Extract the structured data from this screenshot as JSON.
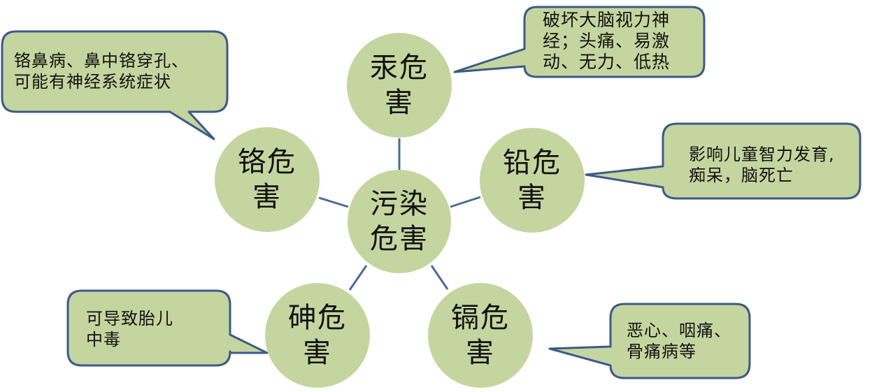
{
  "colors": {
    "circle_fill": "#c5d59f",
    "callout_fill": "#c5d59f",
    "stroke": "#3b5a8a",
    "connector": "#4a6a98",
    "text": "#111111"
  },
  "center": {
    "line1": "污染",
    "line2": "危害"
  },
  "nodes": [
    {
      "id": "mercury",
      "line1": "汞危",
      "line2": "害"
    },
    {
      "id": "lead",
      "line1": "铅危",
      "line2": "害"
    },
    {
      "id": "cadmium",
      "line1": "镉危",
      "line2": "害"
    },
    {
      "id": "arsenic",
      "line1": "砷危",
      "line2": "害"
    },
    {
      "id": "chromium",
      "line1": "铬危",
      "line2": "害"
    }
  ],
  "callouts": {
    "mercury": {
      "lines": [
        "破坏大脑视力神",
        "经；头痛、易激",
        "动、无力、低热"
      ]
    },
    "lead": {
      "lines": [
        "影响儿童智力发育,",
        "痴呆，脑死亡"
      ]
    },
    "cadmium": {
      "lines": [
        "恶心、咽痛、",
        "骨痛病等"
      ]
    },
    "arsenic": {
      "lines": [
        "可导致胎儿",
        "中毒"
      ]
    },
    "chromium": {
      "lines": [
        "铬鼻病、鼻中铬穿孔、",
        "可能有神经系统症状"
      ]
    }
  }
}
